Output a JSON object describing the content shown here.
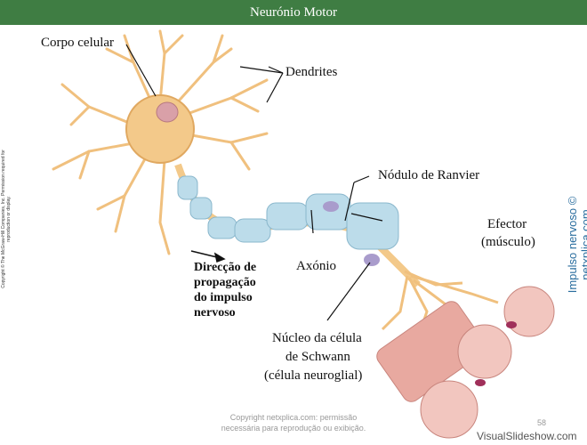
{
  "title": "Neurónio Motor",
  "labels": {
    "corpo_celular": "Corpo celular",
    "dendrites": "Dendrites",
    "nodulo": "Nódulo de  Ranvier",
    "efector_1": "Efector",
    "efector_2": "(músculo)",
    "axonio": "Axónio",
    "direccao_1": "Direcção de",
    "direccao_2": "propagação",
    "direccao_3": "do impulso",
    "direccao_4": "nervoso",
    "nucleo_1": "Núcleo da célula",
    "nucleo_2": "de Schwann",
    "nucleo_3": "(célula neuroglial)"
  },
  "side_left_text": "Copyright © The McGraw-Hill Companies, Inc. Permission required for reproduction or display.",
  "side_right_text": "Impulso nervoso © netxplica.com",
  "copyright_line_1": "Copyright netxplica.com: permissão",
  "copyright_line_2": "necessária para reprodução ou exibição.",
  "page_number": "58",
  "watermark": "VisualSlideshow.com",
  "colors": {
    "title_bg": "#3f7d43",
    "neuron": "#f3c98a",
    "myelin": "#bcdcea",
    "muscle": "#e8a9a0",
    "side_text": "#2a6d9e"
  }
}
